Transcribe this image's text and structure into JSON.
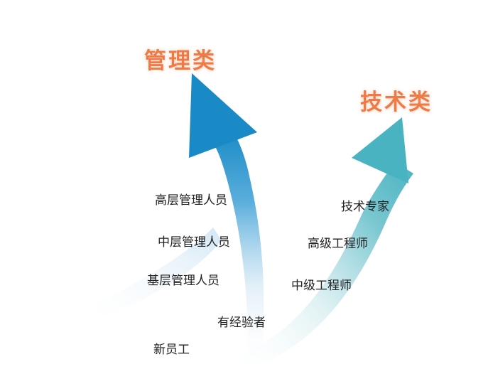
{
  "tracks": {
    "management": {
      "title": "管理类",
      "levels": [
        "高层管理人员",
        "中层管理人员",
        "基层管理人员"
      ]
    },
    "technical": {
      "title": "技术类",
      "levels": [
        "技术专家",
        "高级工程师",
        "中级工程师"
      ]
    },
    "shared": {
      "levels": [
        "有经验者",
        "新员工"
      ]
    }
  },
  "colors": {
    "management_arrow": "#1a8ac6",
    "technical_arrow": "#4ab3c2",
    "title_text": "#f07a45",
    "label_text": "#222222"
  }
}
